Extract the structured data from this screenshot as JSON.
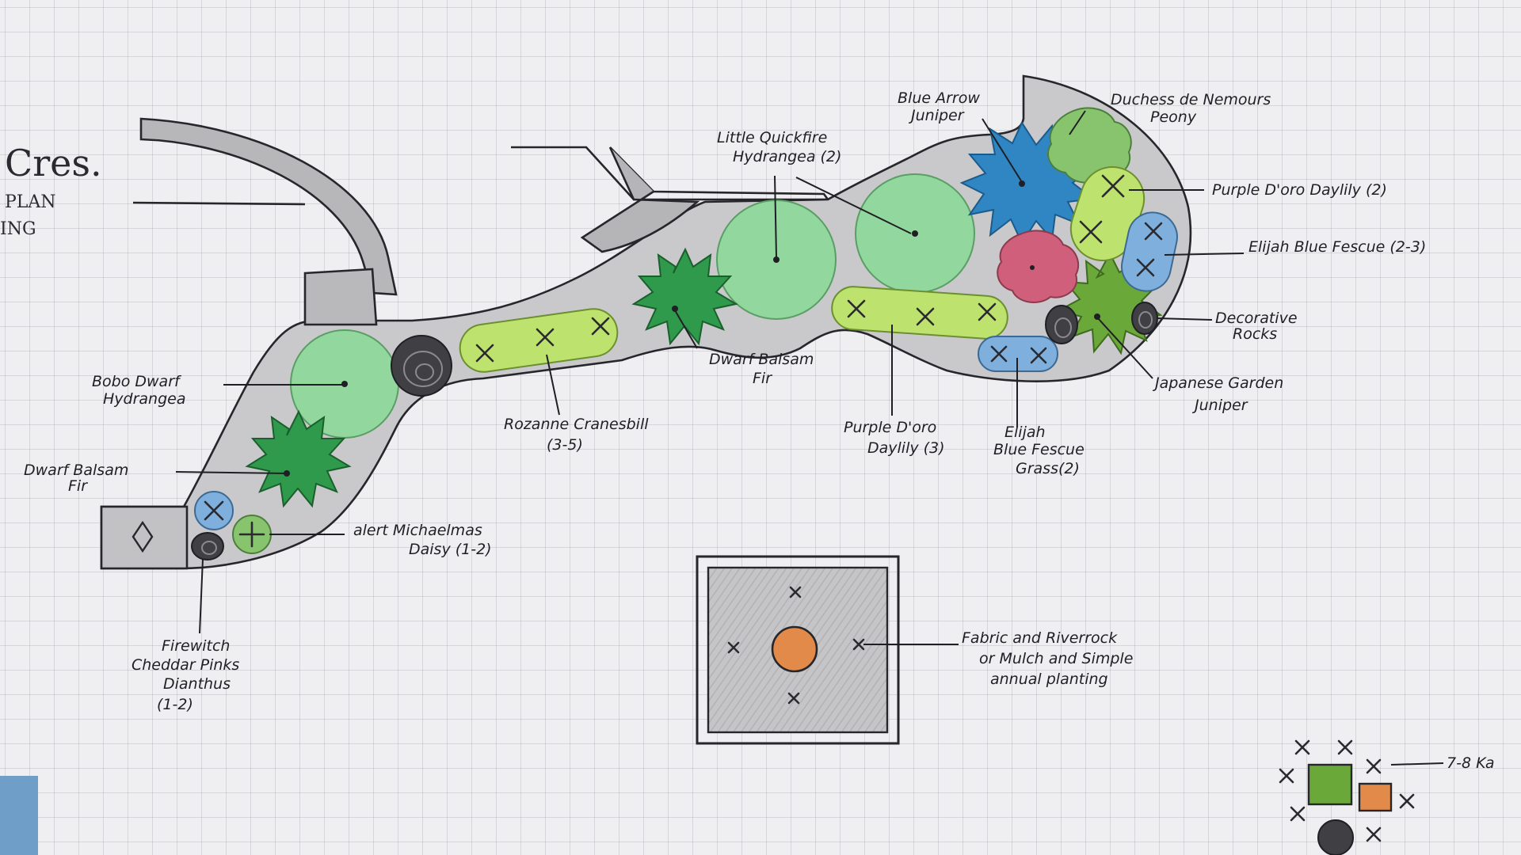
{
  "title": {
    "street": "Cres.",
    "plan": "PLAN",
    "ing": "ING"
  },
  "labels": {
    "blue_arrow": [
      "Blue Arrow",
      "Juniper"
    ],
    "duchess": [
      "Duchess de Nemours",
      "Peony"
    ],
    "little_quickfire": [
      "Little Quickfire",
      "Hydrangea (2)"
    ],
    "purple_doro_2": [
      "Purple D'oro Daylily (2)"
    ],
    "elijah_fescue_23": [
      "Elijah Blue Fescue (2-3)"
    ],
    "decorative_rocks": [
      "Decorative",
      "Rocks"
    ],
    "japanese_juniper": [
      "Japanese Garden",
      "Juniper"
    ],
    "elijah_grass": [
      "Elijah",
      "Blue Fescue",
      "Grass(2)"
    ],
    "purple_doro_3": [
      "Purple D'oro",
      "Daylily (3)"
    ],
    "dwarf_fir_mid": [
      "Dwarf Balsam",
      "Fir"
    ],
    "rozanne": [
      "Rozanne Cranesbill",
      "(3-5)"
    ],
    "bobo": [
      "Bobo Dwarf",
      "Hydrangea"
    ],
    "dwarf_fir_left": [
      "Dwarf Balsam",
      "Fir"
    ],
    "alert_daisy": [
      "alert Michaelmas",
      "Daisy (1-2)"
    ],
    "firewitch": [
      "Firewitch",
      "Cheddar Pinks",
      "Dianthus",
      "(1-2)"
    ],
    "fabric": [
      "Fabric and Riverrock",
      "or Mulch and Simple",
      "annual planting"
    ],
    "ka": [
      "7-8 Ka"
    ]
  },
  "colors": {
    "bed": "#c9c9cb",
    "path": "#b9b9bb",
    "hydrangea": "#92d79e",
    "fir": "#2f9a4c",
    "juniper_blue": "#2f86c2",
    "juniper_green": "#6aa83a",
    "daylily": "#bde36e",
    "fescue": "#7fb0dd",
    "peony": "#88c46e",
    "rose": "#cf5f7a",
    "pot": "#e28a4a",
    "accent_tab": "#6f9ec8"
  }
}
